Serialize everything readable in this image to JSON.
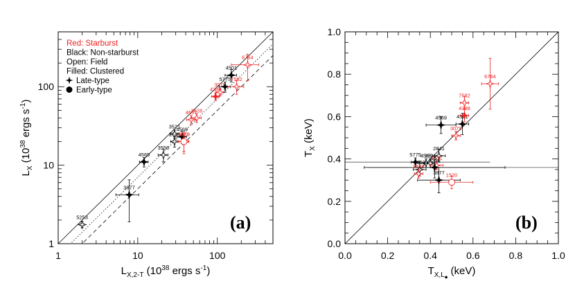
{
  "colors": {
    "red": "#ee2222",
    "black": "#000000"
  },
  "chart_data": [
    {
      "type": "scatter",
      "panel_label": "(a)",
      "ylabel_parts": {
        "base": "L",
        "sub": "X",
        "mid": " (10",
        "sup1": "38",
        "after": " ergs s",
        "sup2": "-1",
        "end": ")"
      },
      "xlabel_parts": {
        "base": "L",
        "sub": "X,2-T",
        "mid": " (10",
        "sup1": "38",
        "after": " ergs s",
        "sup2": "-1",
        "end": ")"
      },
      "xscale": "log",
      "yscale": "log",
      "xlim": [
        1,
        500
      ],
      "ylim": [
        1,
        500
      ],
      "xticks": [
        {
          "value": 1,
          "label": "1"
        },
        {
          "value": 10,
          "label": "10"
        },
        {
          "value": 100,
          "label": "100"
        }
      ],
      "yticks": [
        {
          "value": 1,
          "label": "1"
        },
        {
          "value": 10,
          "label": "10"
        },
        {
          "value": 100,
          "label": "100"
        }
      ],
      "legend": [
        {
          "text": "Red: Starburst",
          "color": "#ee2222"
        },
        {
          "text": "Black: Non-starburst",
          "color": "#000000"
        },
        {
          "text": "Open: Field",
          "color": "#000000"
        },
        {
          "text": "Filled: Clustered",
          "color": "#000000"
        },
        {
          "text": "Late-type",
          "color": "#000000",
          "marker": "star"
        },
        {
          "text": "Early-type",
          "color": "#000000",
          "marker": "circle"
        }
      ],
      "reference_lines": [
        {
          "style": "solid",
          "factor": 1
        },
        {
          "style": "dotted",
          "factor": 0.7
        },
        {
          "style": "dashed",
          "factor": 0.5
        }
      ],
      "points": [
        {
          "label": "5253",
          "x": 2.0,
          "y": 1.75,
          "xerr": 0.1,
          "yerr": 0.15,
          "color": "black",
          "marker": "star",
          "filled": false
        },
        {
          "label": "3877",
          "x": 7.8,
          "y": 4.2,
          "xerr": 2.5,
          "yerr": 2.3,
          "color": "black",
          "marker": "star",
          "filled": true
        },
        {
          "label": "4565",
          "x": 12,
          "y": 11,
          "xerr": 1.5,
          "yerr": 1.5,
          "color": "black",
          "marker": "star",
          "filled": true
        },
        {
          "label": "3556",
          "x": 21,
          "y": 13.5,
          "xerr": 3,
          "yerr": 2.5,
          "color": "black",
          "marker": "star",
          "filled": false
        },
        {
          "label": "2841",
          "x": 29,
          "y": 20,
          "xerr": 3,
          "yerr": 3,
          "color": "black",
          "marker": "star",
          "filled": false
        },
        {
          "label": "3521",
          "x": 29,
          "y": 25,
          "xerr": 3,
          "yerr": 3,
          "color": "black",
          "marker": "star",
          "filled": false
        },
        {
          "label": "4569",
          "x": 36,
          "y": 23,
          "xerr": 5,
          "yerr": 4,
          "color": "black",
          "marker": "star",
          "filled": true
        },
        {
          "label": "3079",
          "x": 38,
          "y": 20,
          "xerr": 6,
          "yerr": 6,
          "color": "red",
          "marker": "star",
          "filled": false
        },
        {
          "label": "1520",
          "x": 38,
          "y": 20,
          "xerr": 5,
          "yerr": 5,
          "color": "red",
          "marker": "circle",
          "filled": false
        },
        {
          "label": "4631",
          "x": 47,
          "y": 38,
          "xerr": 6,
          "yerr": 5,
          "color": "red",
          "marker": "star",
          "filled": false
        },
        {
          "label": "3628",
          "x": 55,
          "y": 40,
          "xerr": 8,
          "yerr": 5,
          "color": "red",
          "marker": "star",
          "filled": false
        },
        {
          "label": "4388",
          "x": 95,
          "y": 75,
          "xerr": 10,
          "yerr": 8,
          "color": "red",
          "marker": "star",
          "filled": true
        },
        {
          "label": "3079",
          "x": 108,
          "y": 85,
          "xerr": 12,
          "yerr": 8,
          "color": "red",
          "marker": "star",
          "filled": false
        },
        {
          "label": "5775",
          "x": 125,
          "y": 100,
          "xerr": 20,
          "yerr": 15,
          "color": "black",
          "marker": "star",
          "filled": true
        },
        {
          "label": "4501",
          "x": 150,
          "y": 140,
          "xerr": 25,
          "yerr": 25,
          "color": "black",
          "marker": "star",
          "filled": true
        },
        {
          "label": "7582",
          "x": 175,
          "y": 100,
          "xerr": 40,
          "yerr": 20,
          "color": "red",
          "marker": "star",
          "filled": false
        },
        {
          "label": "6764",
          "x": 240,
          "y": 190,
          "xerr": 90,
          "yerr": 70,
          "color": "red",
          "marker": "star",
          "filled": false
        }
      ]
    },
    {
      "type": "scatter",
      "panel_label": "(b)",
      "ylabel_parts": {
        "base": "T",
        "sub": "X",
        "end": " (keV)"
      },
      "xlabel_parts": {
        "base": "T",
        "sub": "X,L",
        "sub2": "◆",
        "end": " (keV)"
      },
      "xlim": [
        0,
        1
      ],
      "ylim": [
        0,
        1
      ],
      "xticks": [
        {
          "value": 0,
          "label": "0.0"
        },
        {
          "value": 0.2,
          "label": "0.2"
        },
        {
          "value": 0.4,
          "label": "0.4"
        },
        {
          "value": 0.6,
          "label": "0.6"
        },
        {
          "value": 0.8,
          "label": "0.8"
        },
        {
          "value": 1,
          "label": "1.0"
        }
      ],
      "yticks": [
        {
          "value": 0,
          "label": "0.0"
        },
        {
          "value": 0.2,
          "label": "0.2"
        },
        {
          "value": 0.4,
          "label": "0.4"
        },
        {
          "value": 0.6,
          "label": "0.6"
        },
        {
          "value": 0.8,
          "label": "0.8"
        },
        {
          "value": 1,
          "label": "1.0"
        }
      ],
      "reference_lines": [
        {
          "style": "solid",
          "factor": 1
        }
      ],
      "points": [
        {
          "label": "5775",
          "x": 0.33,
          "y": 0.385,
          "xerr": 0.02,
          "yerr": 0.02,
          "color": "black",
          "marker": "star",
          "filled": true
        },
        {
          "label": "2841",
          "x": 0.44,
          "y": 0.415,
          "xerr": 0.03,
          "yerr": 0.03,
          "color": "black",
          "marker": "star",
          "filled": false
        },
        {
          "label": "4565",
          "x": 0.38,
          "y": 0.38,
          "xerr": 0.03,
          "yerr": 0.02,
          "color": "black",
          "marker": "star",
          "filled": false
        },
        {
          "label": "3521",
          "x": 0.4,
          "y": 0.38,
          "xerr": 0.03,
          "yerr": 0.02,
          "color": "black",
          "marker": "star",
          "filled": false
        },
        {
          "label": "5253",
          "x": 0.35,
          "y": 0.35,
          "xerr": 0.03,
          "yerr": 0.03,
          "color": "black",
          "marker": "star",
          "filled": false
        },
        {
          "label": "3628",
          "x": 0.345,
          "y": 0.33,
          "xerr": 0.02,
          "yerr": 0.02,
          "color": "red",
          "marker": "star",
          "filled": false
        },
        {
          "label": "4631",
          "x": 0.43,
          "y": 0.37,
          "xerr": 0.03,
          "yerr": 0.02,
          "color": "red",
          "marker": "star",
          "filled": false
        },
        {
          "label": "3556",
          "x": 0.42,
          "y": 0.36,
          "xerr": 0.33,
          "yerr": 0.05,
          "color": "black",
          "marker": "star",
          "filled": true
        },
        {
          "label": "3877",
          "x": 0.44,
          "y": 0.3,
          "xerr": 0.1,
          "yerr": 0.06,
          "color": "black",
          "marker": "star",
          "filled": true
        },
        {
          "label": "1520",
          "x": 0.5,
          "y": 0.29,
          "xerr": 0.1,
          "yerr": 0.03,
          "color": "red",
          "marker": "circle",
          "filled": false
        },
        {
          "label": "4569",
          "x": 0.45,
          "y": 0.56,
          "xerr": 0.07,
          "yerr": 0.04,
          "color": "black",
          "marker": "star",
          "filled": true
        },
        {
          "label": "3079",
          "x": 0.52,
          "y": 0.51,
          "xerr": 0.02,
          "yerr": 0.02,
          "color": "red",
          "marker": "star",
          "filled": false
        },
        {
          "label": "4501",
          "x": 0.55,
          "y": 0.565,
          "xerr": 0.03,
          "yerr": 0.05,
          "color": "black",
          "marker": "star",
          "filled": true
        },
        {
          "label": "4388",
          "x": 0.56,
          "y": 0.605,
          "xerr": 0.02,
          "yerr": 0.03,
          "color": "red",
          "marker": "star",
          "filled": true
        },
        {
          "label": "7582",
          "x": 0.56,
          "y": 0.665,
          "xerr": 0.02,
          "yerr": 0.03,
          "color": "red",
          "marker": "star",
          "filled": false
        },
        {
          "label": "6764",
          "x": 0.68,
          "y": 0.755,
          "xerr": 0.04,
          "yerr": 0.12,
          "color": "red",
          "marker": "star",
          "filled": false
        }
      ],
      "extra_bars": [
        {
          "label": "3556",
          "y": 0.36,
          "x_from": 0.1,
          "x_to": 1.0
        },
        {
          "label": "5775",
          "y": 0.385,
          "x_from": 0.0,
          "x_to": 0.68
        }
      ]
    }
  ]
}
